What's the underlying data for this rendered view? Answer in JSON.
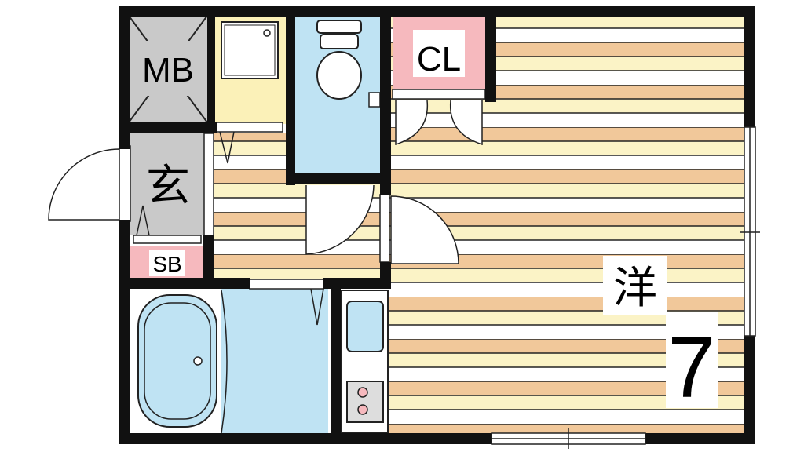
{
  "plan": {
    "labels": {
      "meter_box": "MB",
      "closet": "CL",
      "entrance": "玄",
      "shoe_box": "SB",
      "western_room": "洋",
      "room_size": "7"
    },
    "colors": {
      "wall": "#111111",
      "floor_stripe_a": "#f1c89a",
      "floor_stripe_b": "#fbf3c6",
      "floor_stripe_c": "#ffffff",
      "water_area": "#bfe3f3",
      "pink_label_bg": "#f6b9be",
      "gray_area": "#c9c9c9",
      "yellow_area": "#fbf1b8"
    }
  }
}
